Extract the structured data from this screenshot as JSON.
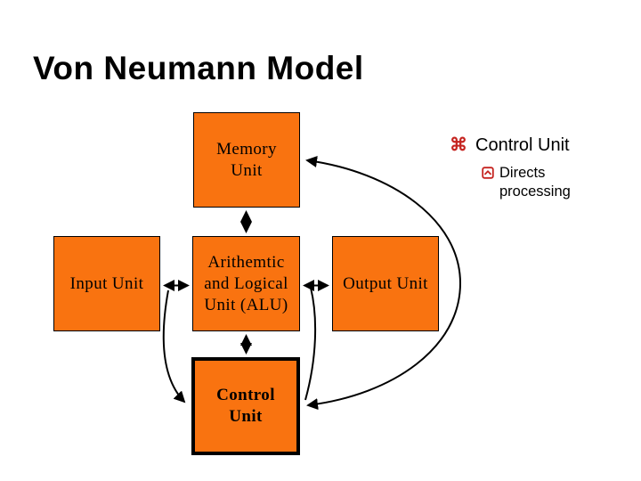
{
  "slide_title": "Von Neumann Model",
  "diagram": {
    "boxes": [
      {
        "name": "memory-unit",
        "lines": [
          "Memory",
          "Unit"
        ]
      },
      {
        "name": "input-unit",
        "lines": [
          "Input Unit"
        ]
      },
      {
        "name": "alu",
        "lines": [
          "Arithemtic",
          "and Logical",
          "Unit (ALU)"
        ]
      },
      {
        "name": "output-unit",
        "lines": [
          "Output Unit"
        ]
      },
      {
        "name": "control-unit",
        "lines": [
          "Control",
          "Unit"
        ]
      }
    ]
  },
  "bullets": {
    "level1": {
      "icon": "command-icon",
      "glyph": "⌘",
      "label": "Control Unit"
    },
    "level2": {
      "icon": "box-caret-icon",
      "label": "Directs processing"
    }
  },
  "colors": {
    "box_fill": "#F97310",
    "box_border": "#000000",
    "control_box_border": "#000000",
    "arrow": "#000000",
    "bullet_icon_red": "#C52420",
    "title_text": "#000000",
    "box_text": "#000000",
    "background": "#FFFFFF"
  }
}
